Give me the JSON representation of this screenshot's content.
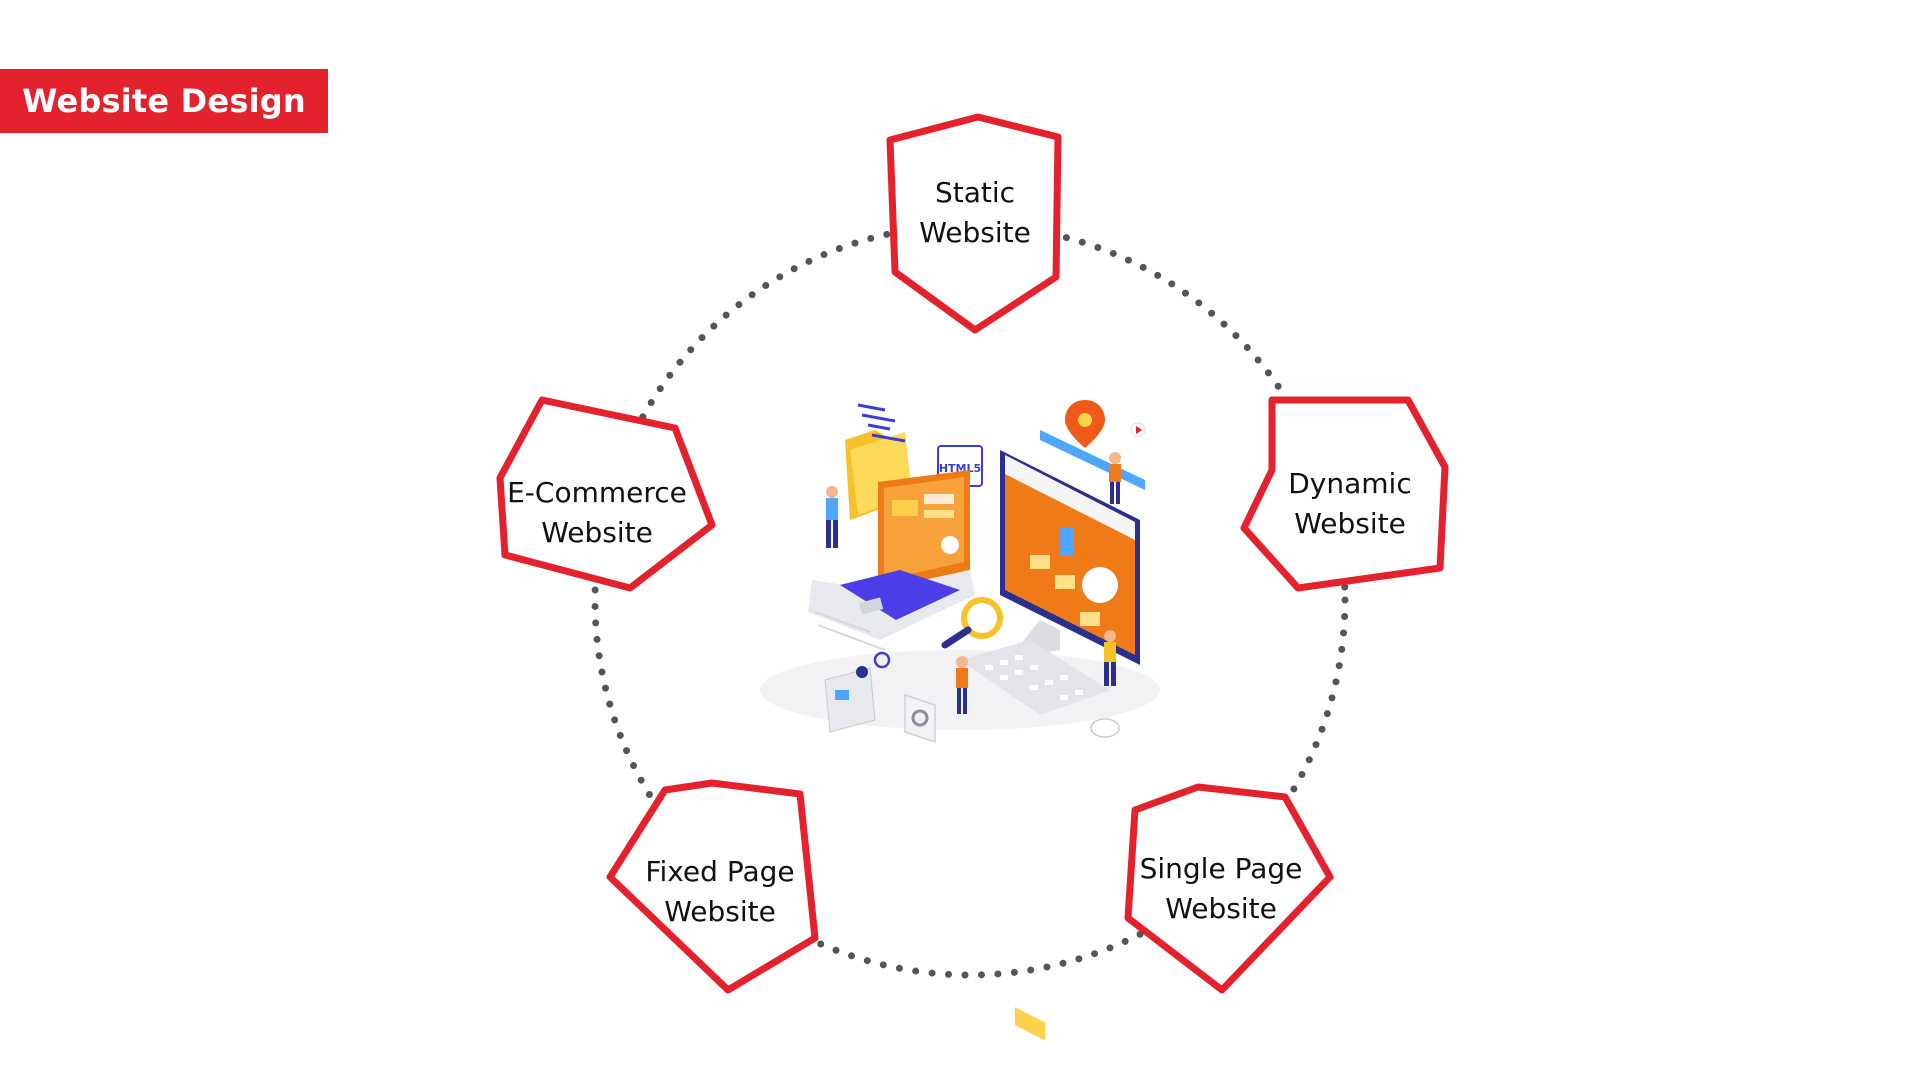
{
  "header": {
    "title": "Website Design"
  },
  "colors": {
    "accent": "#e3222e",
    "dots": "#555555",
    "text": "#111111"
  },
  "center": {
    "illustration_icon": "web-development-illustration-icon",
    "html_badge": "HTML5"
  },
  "nodes": [
    {
      "id": "static",
      "line1": "Static",
      "line2": "Website"
    },
    {
      "id": "dynamic",
      "line1": "Dynamic",
      "line2": "Website"
    },
    {
      "id": "single-page",
      "line1": "Single Page",
      "line2": "Website"
    },
    {
      "id": "fixed-page",
      "line1": "Fixed Page",
      "line2": "Website"
    },
    {
      "id": "ecommerce",
      "line1": "E-Commerce",
      "line2": "Website"
    }
  ]
}
